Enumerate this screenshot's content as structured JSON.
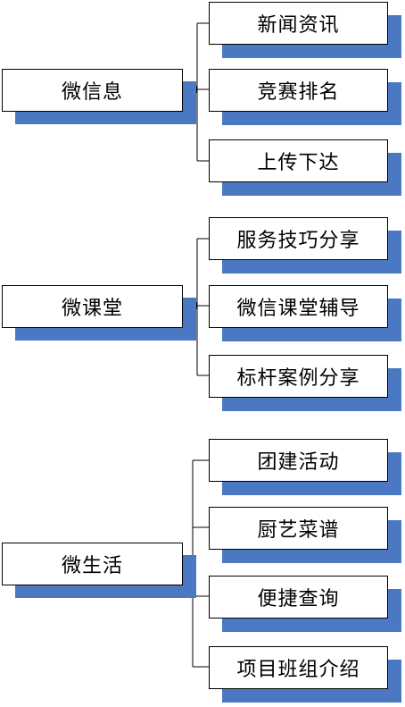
{
  "colors": {
    "shadow": "#4a78c2",
    "border": "#000000",
    "box_fill": "#ffffff",
    "text": "#000000"
  },
  "groups": [
    {
      "label": "微信息",
      "children": [
        "新闻资讯",
        "竞赛排名",
        "上传下达"
      ]
    },
    {
      "label": "微课堂",
      "children": [
        "服务技巧分享",
        "微信课堂辅导",
        "标杆案例分享"
      ]
    },
    {
      "label": "微生活",
      "children": [
        "团建活动",
        "厨艺菜谱",
        "便捷查询",
        "项目班组介绍"
      ]
    }
  ]
}
